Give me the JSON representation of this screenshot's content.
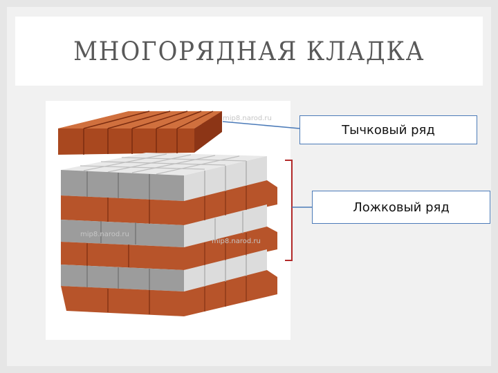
{
  "slide": {
    "title": "МНОГОРЯДНАЯ КЛАДКА"
  },
  "labels": {
    "header_row": "Тычковый ряд",
    "stretcher_row": "Ложковый ряд"
  },
  "watermarks": [
    "mip8.narod.ru",
    "mip8.narod.ru",
    "mip8.narod.ru"
  ],
  "colors": {
    "brick": "#b7542a",
    "brick_dark": "#8c3516",
    "block_light": "#dcdcdc",
    "block_dark": "#8f8f8f",
    "callout_blue": "#4a7ab8",
    "bracket_red": "#b32a2a",
    "title_gray": "#595959"
  }
}
